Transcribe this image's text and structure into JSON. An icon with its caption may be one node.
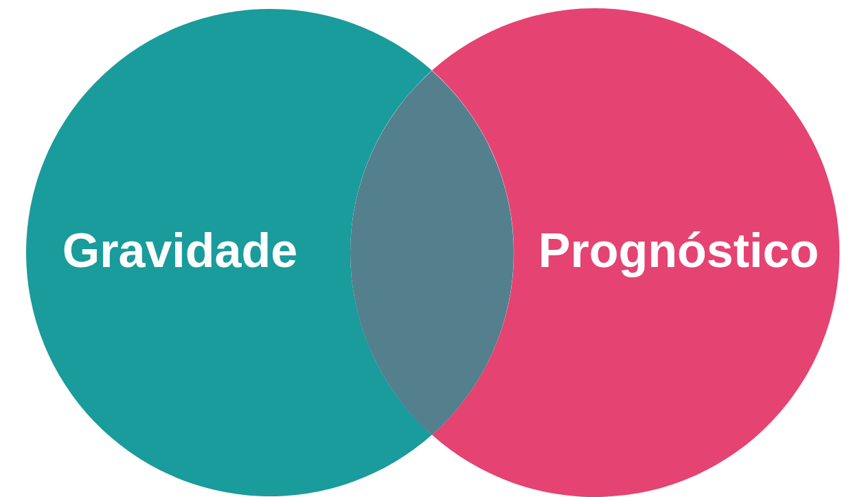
{
  "diagram": {
    "nodes": [
      {
        "text": [
          "Gravidade"
        ]
      },
      {
        "text": [
          "Prognóstico"
        ]
      },
      {
        "text": [],
        "shape": "lens"
      }
    ]
  }
}
